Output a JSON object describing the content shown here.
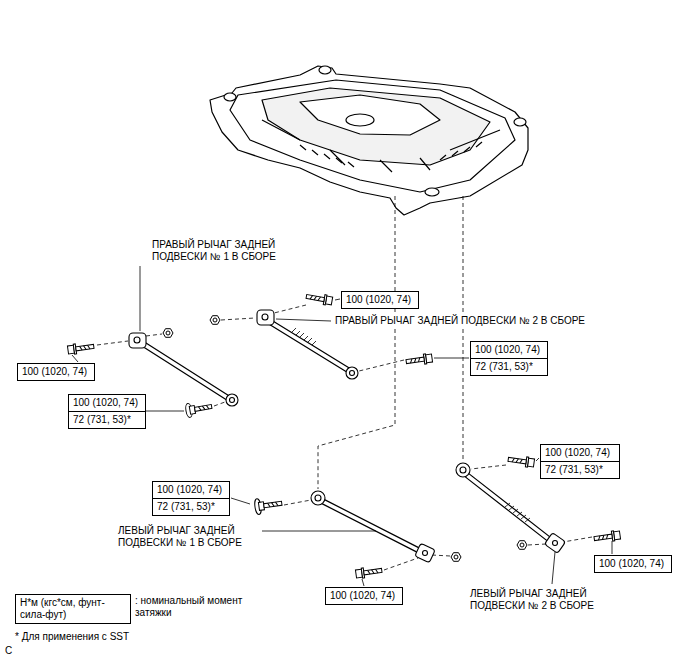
{
  "diagram": {
    "nodes": [
      {
        "text": [
          "100 (1020, 74)"
        ]
      },
      {
        "text": [
          "100 (1020, 74)",
          "72 (731, 53)*"
        ]
      },
      {
        "text": [
          "100 (1020, 74)"
        ]
      },
      {
        "text": [
          "100 (1020, 74)",
          "72 (731, 53)*"
        ]
      },
      {
        "text": [
          "100 (1020, 74)",
          "72 (731, 53)*"
        ]
      },
      {
        "text": [
          "100 (1020, 74)",
          "72 (731, 53)*"
        ]
      },
      {
        "text": [
          "100 (1020, 74)"
        ]
      },
      {
        "text": [
          "100 (1020, 74)"
        ]
      },
      {
        "text": [
          "Н*м (кгс*см, фунт-сила-фут)"
        ]
      }
    ],
    "labels": [
      "ПРАВЫЙ РЫЧАГ ЗАДНЕЙ ПОДВЕСКИ № 1 В СБОРЕ",
      "ПРАВЫЙ РЫЧАГ ЗАДНЕЙ ПОДВЕСКИ № 2 В СБОРЕ",
      "ЛЕВЫЙ РЫЧАГ ЗАДНЕЙ ПОДВЕСКИ № 1 В СБОРЕ",
      "ЛЕВЫЙ РЫЧАГ ЗАДНЕЙ ПОДВЕСКИ № 2 В СБОРЕ",
      ": номинальный момент затяжки",
      "* Для применения с SST",
      "C"
    ]
  }
}
